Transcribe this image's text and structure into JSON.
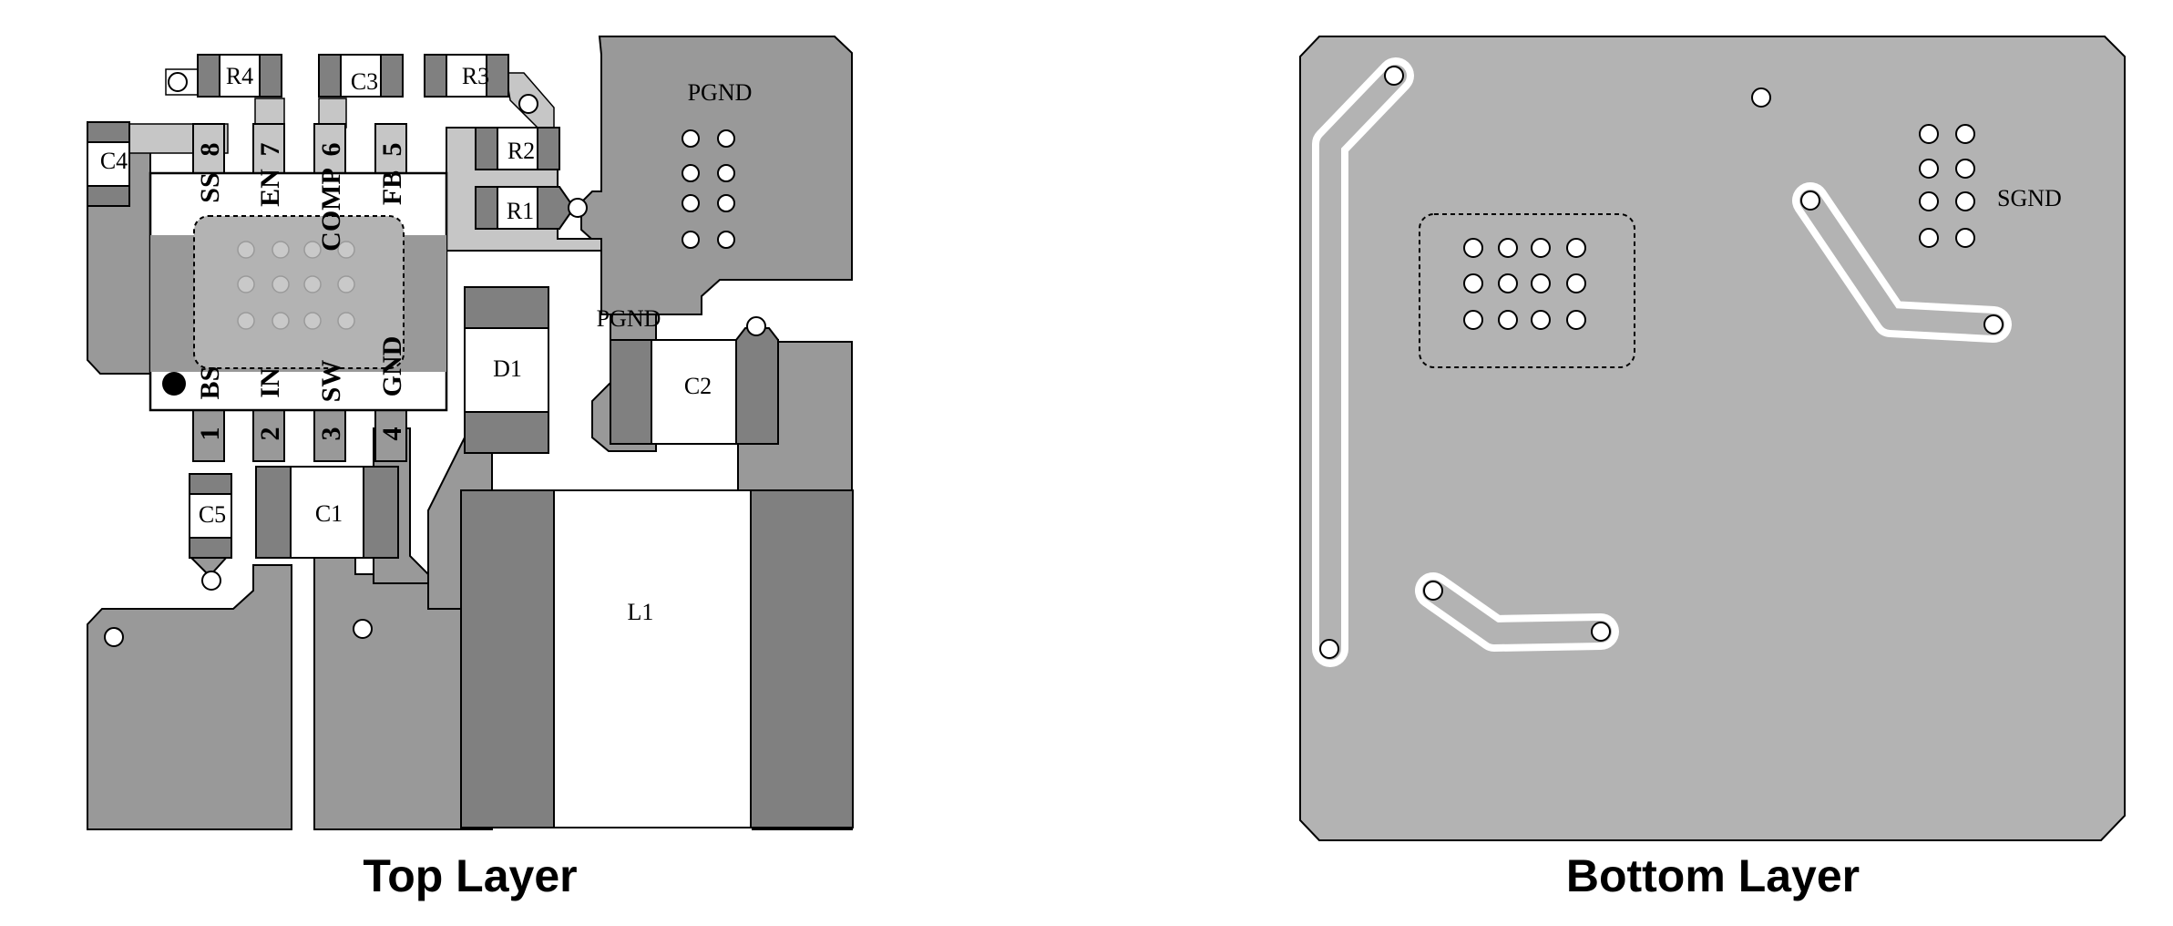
{
  "panels": {
    "top": {
      "caption": "Top Layer"
    },
    "bottom": {
      "caption": "Bottom Layer"
    }
  },
  "components": {
    "r4": "R4",
    "c3": "C3",
    "r3": "R3",
    "r2": "R2",
    "r1": "R1",
    "c4": "C4",
    "c5": "C5",
    "c1": "C1",
    "c2": "C2",
    "d1": "D1",
    "l1": "L1"
  },
  "ic_pins": {
    "top_row": [
      {
        "num": "8",
        "name": "SS"
      },
      {
        "num": "7",
        "name": "EN"
      },
      {
        "num": "6",
        "name": "COMP"
      },
      {
        "num": "5",
        "name": "FB"
      }
    ],
    "bottom_row": [
      {
        "num": "1",
        "name": "BS"
      },
      {
        "num": "2",
        "name": "IN"
      },
      {
        "num": "3",
        "name": "SW"
      },
      {
        "num": "4",
        "name": "GND"
      }
    ]
  },
  "net_labels": {
    "top_pgnd_upper": "PGND",
    "top_pgnd_lower": "PGND",
    "bottom_sgnd": "SGND"
  },
  "colors": {
    "copper_dark": "#808080",
    "copper_light": "#b3b3b3",
    "pad_dark": "#7a7a7a",
    "background": "#ffffff"
  }
}
